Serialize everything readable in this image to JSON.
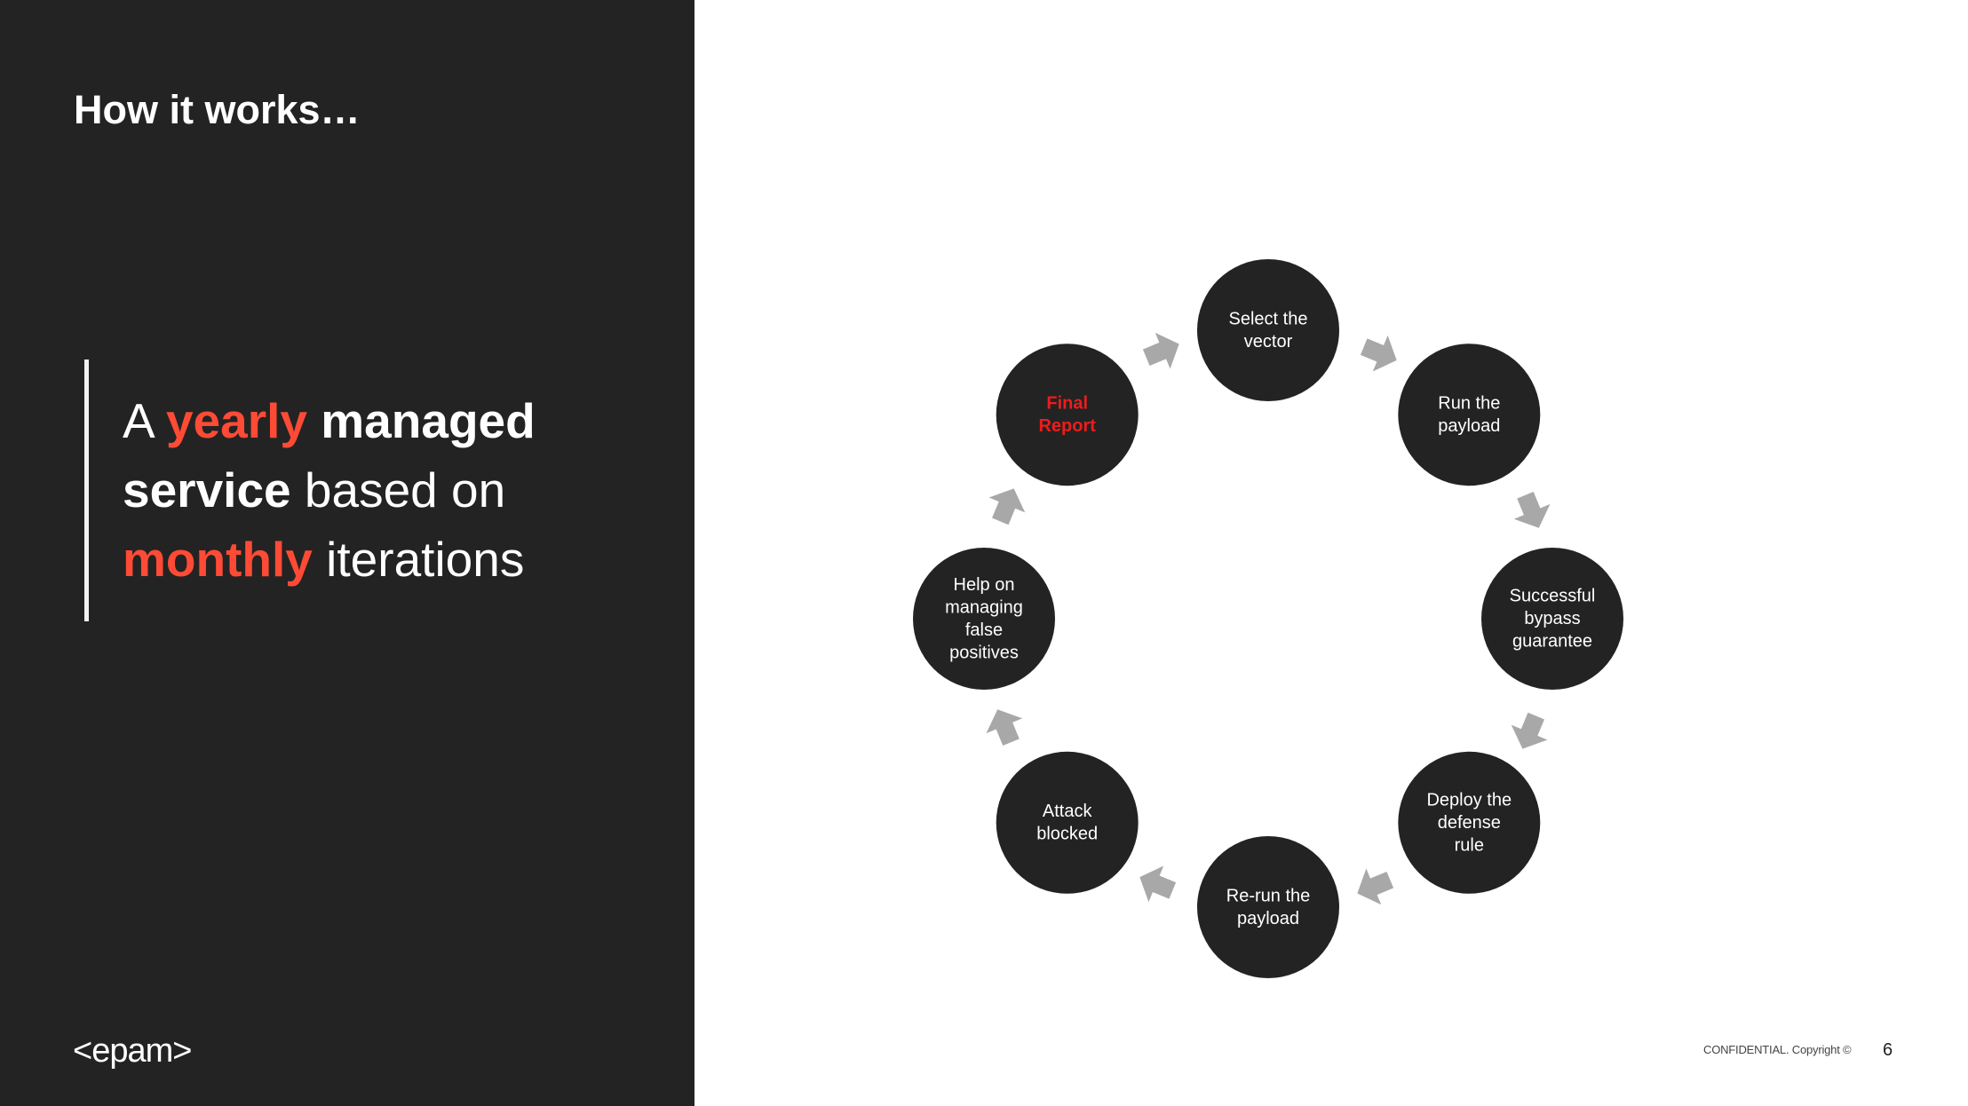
{
  "slide": {
    "title": "How it works…",
    "tagline": {
      "w1": "A",
      "w2": "yearly",
      "w3": "managed",
      "w4": "service",
      "w5": "based on",
      "w6": "monthly",
      "w7": "iterations"
    }
  },
  "cycle": {
    "steps": [
      {
        "lines": [
          "Select the",
          "vector"
        ]
      },
      {
        "lines": [
          "Run the",
          "payload"
        ]
      },
      {
        "lines": [
          "Successful",
          "bypass",
          "guarantee"
        ]
      },
      {
        "lines": [
          "Deploy the",
          "defense",
          "rule"
        ]
      },
      {
        "lines": [
          "Re-run the",
          "payload"
        ]
      },
      {
        "lines": [
          "Attack",
          "blocked"
        ]
      },
      {
        "lines": [
          "Help on",
          "managing",
          "false",
          "positives"
        ]
      },
      {
        "lines": [
          "Final",
          "Report"
        ],
        "highlight": true
      }
    ],
    "colors": {
      "node": "#232323",
      "arrow": "#a8a8a8",
      "label": "#ffffff",
      "highlight_label": "#ee1c1c",
      "accent": "#ff4b36"
    }
  },
  "footer": {
    "logo": "<epam>",
    "confidential": "CONFIDENTIAL. Copyright ©",
    "page_number": "6"
  }
}
